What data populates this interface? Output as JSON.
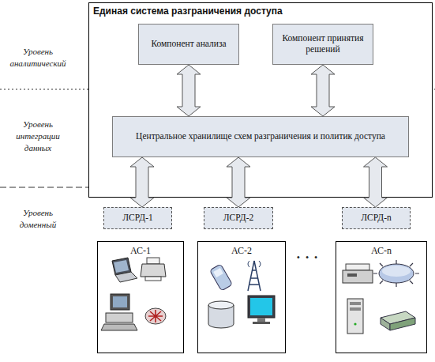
{
  "diagram": {
    "nodes": [
      {
        "text": [
          "Единая система разграничения доступа"
        ]
      },
      {
        "text": [
          "Компонент анализа"
        ],
        "in": 0
      },
      {
        "text": [
          "Компонент принятия решений"
        ],
        "in": 0
      },
      {
        "text": [
          "Центральное хранилище схем разграничения и политик доступа"
        ],
        "in": 0
      },
      {
        "text": [
          "ЛСРД-1"
        ]
      },
      {
        "text": [
          "ЛСРД-2"
        ]
      },
      {
        "text": [
          "ЛСРД-n"
        ]
      },
      {
        "text": [
          "АС-1"
        ]
      },
      {
        "text": [
          "АС-2"
        ]
      },
      {
        "text": [
          "АС-n"
        ]
      }
    ],
    "edges": [
      {
        "from": 1,
        "to": 3,
        "arrow": "both"
      },
      {
        "from": 2,
        "to": 3,
        "arrow": "both"
      },
      {
        "from": 3,
        "to": 4,
        "arrow": "both"
      },
      {
        "from": 3,
        "to": 5,
        "arrow": "both"
      },
      {
        "from": 3,
        "to": 6,
        "arrow": "both"
      }
    ],
    "labels": [
      "Уровень аналитический",
      "Уровень интеграции данных",
      "Уровень доменный",
      "• • •"
    ]
  }
}
